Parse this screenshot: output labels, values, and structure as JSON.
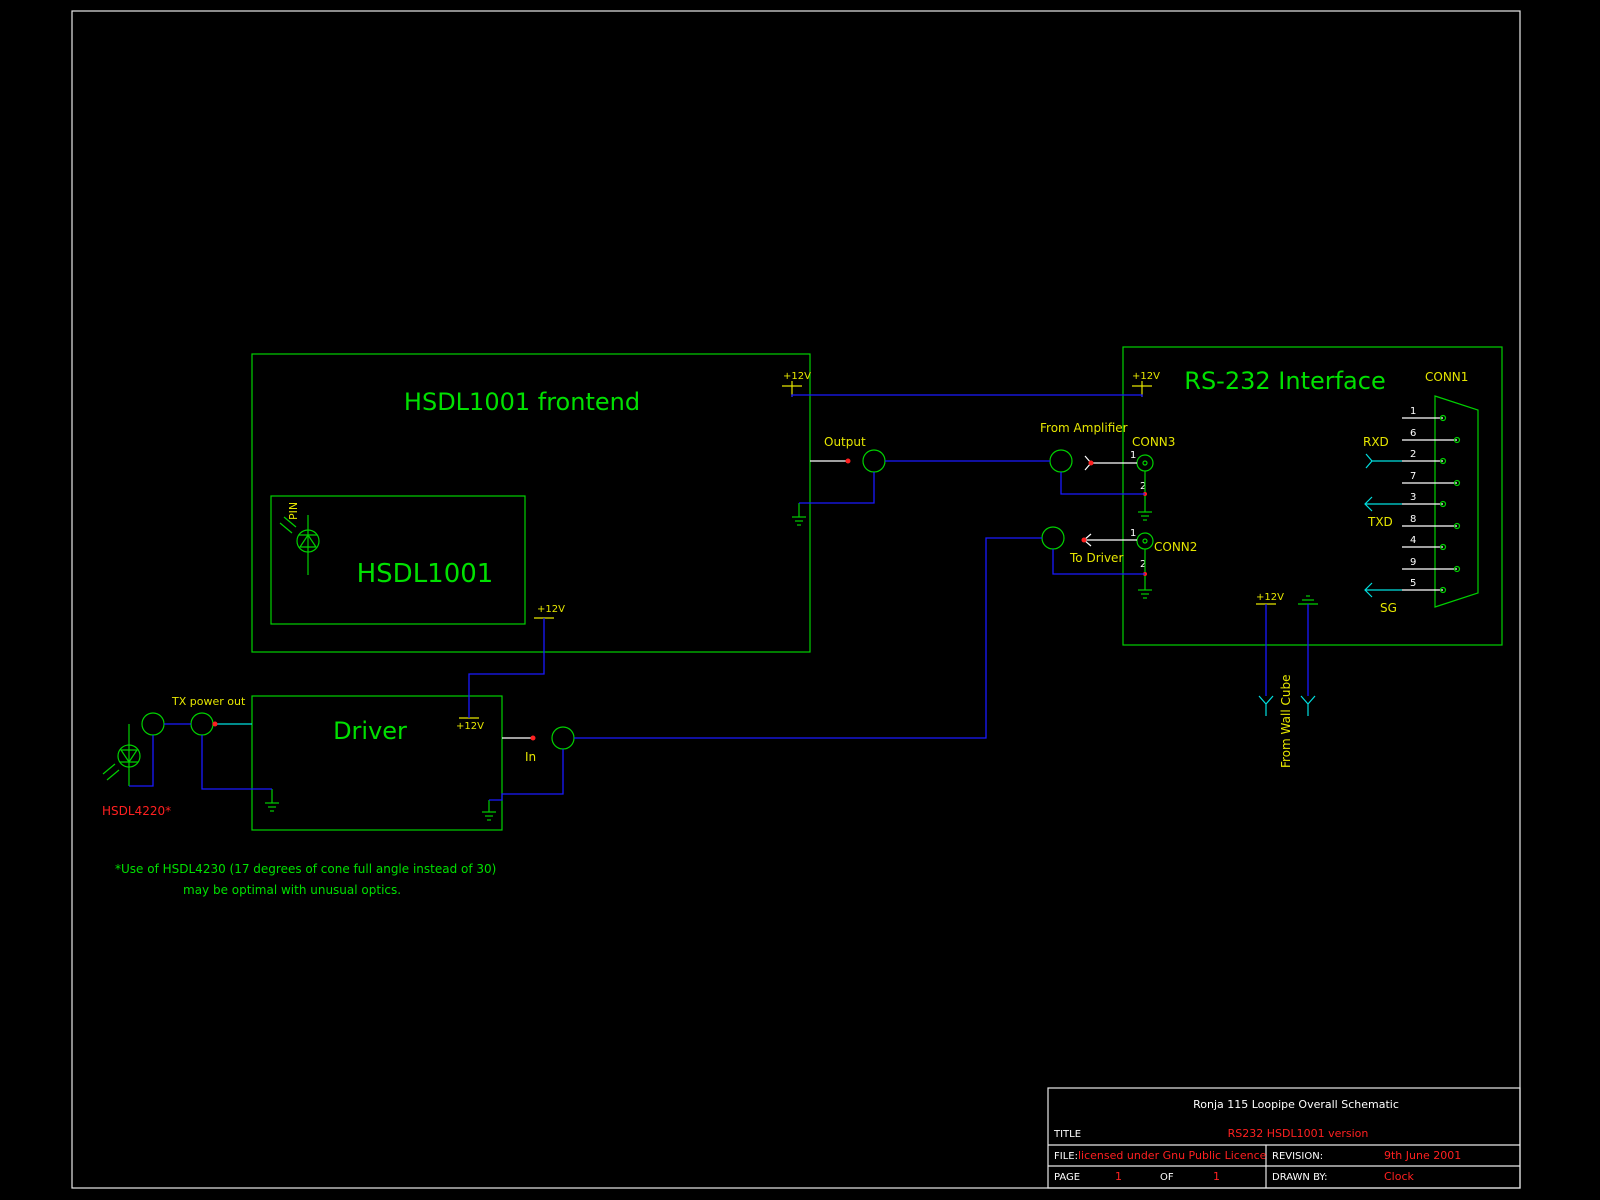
{
  "frontend": {
    "title": "HSDL1001 frontend",
    "inner_title": "HSDL1001",
    "pin_label": "PIN",
    "supply": "+12V",
    "output_label": "Output"
  },
  "driver": {
    "title": "Driver",
    "supply": "+12V",
    "in_label": "In",
    "tx_power_label": "TX power out",
    "led_label": "HSDL4220*"
  },
  "rs232": {
    "title": "RS-232 Interface",
    "supply": "+12V",
    "conn1": "CONN1",
    "conn2": "CONN2",
    "conn3": "CONN3",
    "from_amplifier": "From Amplifier",
    "to_driver": "To Driver",
    "conn3_pin1": "1",
    "conn3_pin2": "2",
    "conn2_pin1": "1",
    "conn2_pin2": "2",
    "rxd": "RXD",
    "txd": "TXD",
    "sg": "SG",
    "pins": [
      "1",
      "6",
      "2",
      "7",
      "3",
      "8",
      "4",
      "9",
      "5"
    ],
    "power_supply": "+12V",
    "from_wall_cube": "From Wall Cube"
  },
  "note": {
    "line1": "*Use of HSDL4230 (17 degrees of cone full angle instead of 30)",
    "line2": "may be optimal with unusual optics."
  },
  "title_block": {
    "heading": "Ronja 115 Loopipe Overall Schematic",
    "title_label": "TITLE",
    "title_value": "RS232 HSDL1001 version",
    "file_label": "FILE:",
    "file_value": "licensed under Gnu Public Licence",
    "revision_label": "REVISION:",
    "revision_value": "9th June 2001",
    "page_label": "PAGE",
    "page_value": "1",
    "of_label": "OF",
    "of_value": "1",
    "drawn_label": "DRAWN BY:",
    "drawn_value": "Clock"
  },
  "colors": {
    "block": "#00d000",
    "wire": "#1a1aff",
    "label": "#e6e600",
    "highlight": "#ff2020",
    "background": "#000000"
  }
}
